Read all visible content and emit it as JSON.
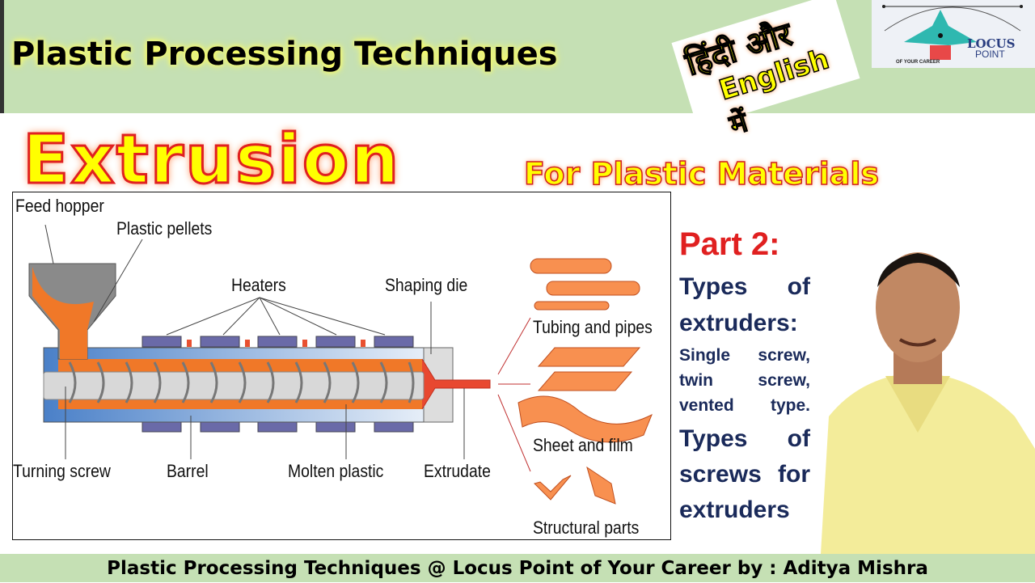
{
  "header": {
    "title": "Plastic Processing Techniques",
    "language_badge": {
      "line1": "हिंदी और",
      "line2": "English में"
    },
    "logo": {
      "name": "LOCUS",
      "sub": "POINT",
      "tagline": "OF YOUR CAREER"
    }
  },
  "headline": {
    "main": "Extrusion",
    "sub": "For Plastic Materials"
  },
  "diagram": {
    "labels": {
      "feed_hopper": "Feed hopper",
      "plastic_pellets": "Plastic pellets",
      "heaters": "Heaters",
      "shaping_die": "Shaping die",
      "turning_screw": "Turning screw",
      "barrel": "Barrel",
      "molten_plastic": "Molten plastic",
      "extrudate": "Extrudate",
      "tubing": "Tubing and pipes",
      "sheet": "Sheet and film",
      "structural": "Structural parts"
    },
    "colors": {
      "barrel": "#5b8fd0",
      "heater": "#6a6aa8",
      "plastic": "#f07828",
      "screw": "#d8d8d8"
    }
  },
  "sidebar": {
    "part": "Part 2:",
    "l1": "Types of",
    "l2": "extruders:",
    "s1": "Single screw,",
    "s2": "twin screw,",
    "s3": "vented type.",
    "l3": "Types of",
    "l4": "screws for",
    "l5": "extruders"
  },
  "footer": {
    "text": "Plastic Processing Techniques @ Locus Point of Your Career  by : Aditya Mishra"
  }
}
